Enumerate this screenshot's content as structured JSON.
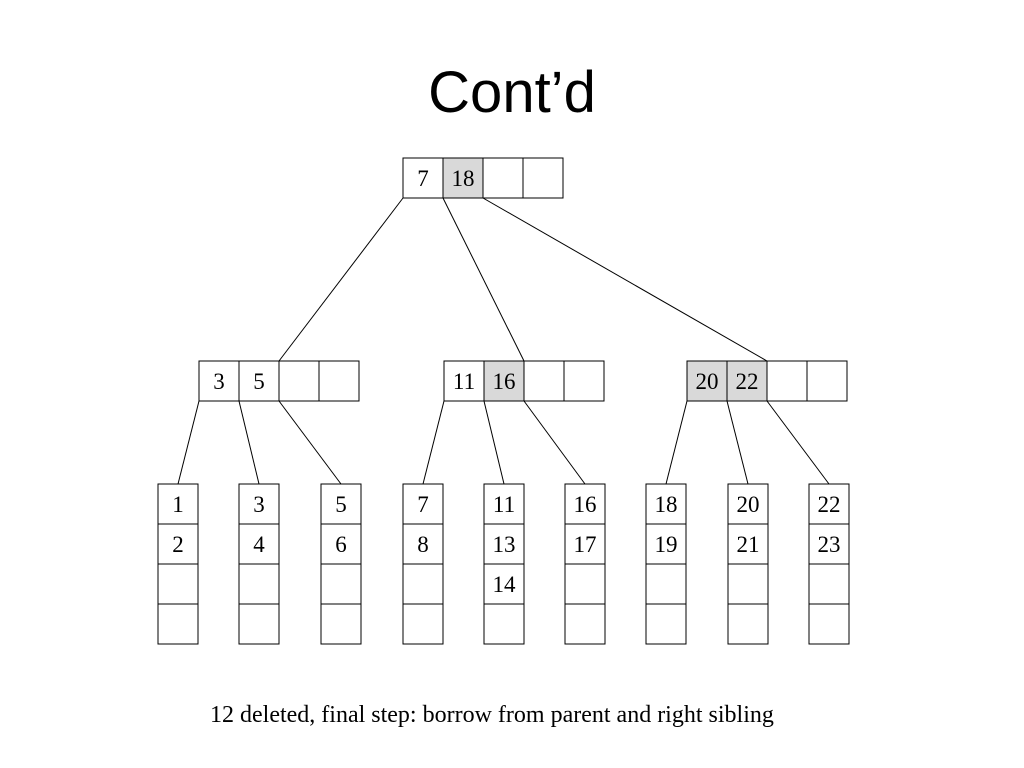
{
  "title": "Cont’d",
  "caption": "12 deleted, final step: borrow from parent and right sibling",
  "colors": {
    "highlight": "#d9d9d9",
    "stroke": "#000000"
  },
  "tree": {
    "root": {
      "keys": [
        "7",
        "18"
      ],
      "highlighted": [
        false,
        true
      ],
      "slots": 4
    },
    "internal": [
      {
        "keys": [
          "3",
          "5"
        ],
        "highlighted": [
          false,
          false
        ],
        "slots": 4
      },
      {
        "keys": [
          "11",
          "16"
        ],
        "highlighted": [
          false,
          true
        ],
        "slots": 4
      },
      {
        "keys": [
          "20",
          "22"
        ],
        "highlighted": [
          true,
          true
        ],
        "slots": 4
      }
    ],
    "leaves": [
      {
        "keys": [
          "1",
          "2"
        ],
        "slots": 4
      },
      {
        "keys": [
          "3",
          "4"
        ],
        "slots": 4
      },
      {
        "keys": [
          "5",
          "6"
        ],
        "slots": 4
      },
      {
        "keys": [
          "7",
          "8"
        ],
        "slots": 4
      },
      {
        "keys": [
          "11",
          "13",
          "14"
        ],
        "slots": 4
      },
      {
        "keys": [
          "16",
          "17"
        ],
        "slots": 4
      },
      {
        "keys": [
          "18",
          "19"
        ],
        "slots": 4
      },
      {
        "keys": [
          "20",
          "21"
        ],
        "slots": 4
      },
      {
        "keys": [
          "22",
          "23"
        ],
        "slots": 4
      }
    ]
  }
}
